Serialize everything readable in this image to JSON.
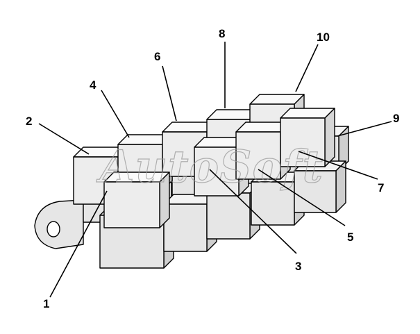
{
  "diagram": {
    "colors": {
      "background": "#ffffff",
      "outline": "#000000",
      "relay_front": "#ededed",
      "relay_top": "#fafafa",
      "relay_side": "#d6d6d6",
      "base_front": "#e6e6e6",
      "base_top": "#f4f4f4",
      "base_side": "#cfcfcf"
    },
    "callouts": [
      "1",
      "2",
      "3",
      "4",
      "5",
      "6",
      "7",
      "8",
      "9",
      "10"
    ],
    "watermark": "AutoSoft"
  }
}
